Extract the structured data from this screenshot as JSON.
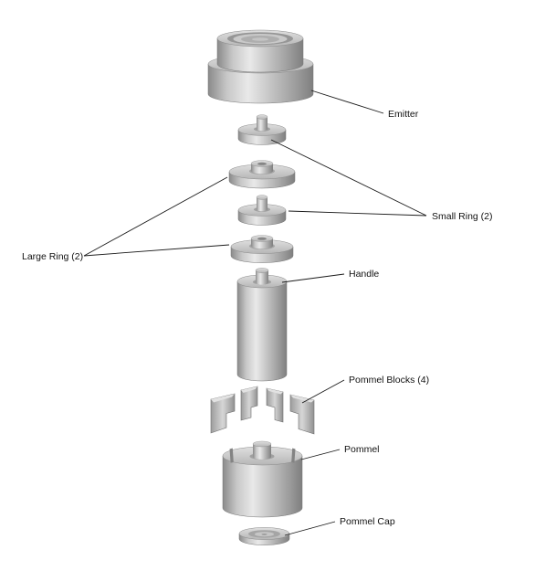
{
  "diagram": {
    "labels": {
      "emitter": "Emitter",
      "small_ring": "Small Ring (2)",
      "large_ring": "Large Ring (2)",
      "handle": "Handle",
      "pommel_blocks": "Pommel Blocks (4)",
      "pommel": "Pommel",
      "pommel_cap": "Pommel Cap"
    },
    "colors": {
      "background": "#ffffff",
      "metal_highlight": "#e8e8e8",
      "metal_mid": "#bdbdbd",
      "metal_shadow": "#808080",
      "leader_line": "#1a1a1a",
      "label_text": "#111111"
    }
  }
}
